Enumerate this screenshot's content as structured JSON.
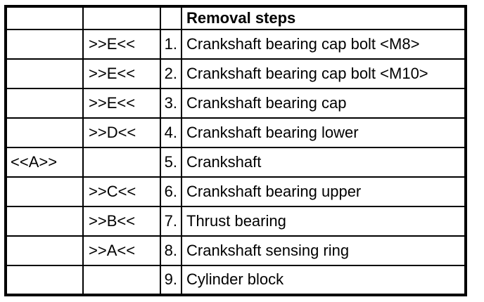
{
  "colors": {
    "background": "#ffffff",
    "border": "#000000",
    "text": "#000000"
  },
  "table": {
    "title": "Removal steps",
    "header": {
      "ref": "",
      "marker": "",
      "num": "",
      "desc": "Removal steps"
    },
    "rows": [
      {
        "ref": "",
        "marker": ">>E<<",
        "num": "1.",
        "desc": "Crankshaft bearing cap bolt <M8>"
      },
      {
        "ref": "",
        "marker": ">>E<<",
        "num": "2.",
        "desc": "Crankshaft bearing cap bolt <M10>"
      },
      {
        "ref": "",
        "marker": ">>E<<",
        "num": "3.",
        "desc": "Crankshaft bearing cap"
      },
      {
        "ref": "",
        "marker": ">>D<<",
        "num": "4.",
        "desc": "Crankshaft bearing lower"
      },
      {
        "ref": "<<A>>",
        "marker": "",
        "num": "5.",
        "desc": "Crankshaft"
      },
      {
        "ref": "",
        "marker": ">>C<<",
        "num": "6.",
        "desc": "Crankshaft bearing upper"
      },
      {
        "ref": "",
        "marker": ">>B<<",
        "num": "7.",
        "desc": "Thrust bearing"
      },
      {
        "ref": "",
        "marker": ">>A<<",
        "num": "8.",
        "desc": "Crankshaft sensing ring"
      },
      {
        "ref": "",
        "marker": "",
        "num": "9.",
        "desc": "Cylinder block"
      }
    ]
  }
}
